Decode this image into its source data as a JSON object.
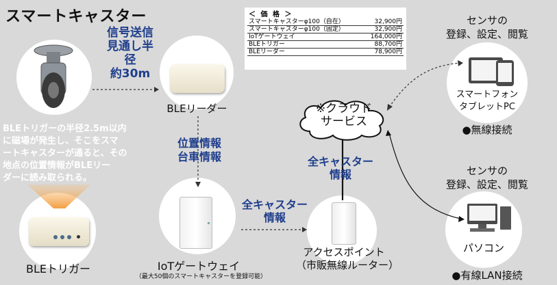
{
  "title": "スマートキャスター",
  "price_table": {
    "header": "＜ 価 格 ＞",
    "rows": [
      {
        "item": "スマートキャスターφ100（自在）",
        "price": "32,900円"
      },
      {
        "item": "スマートキャスターφ100（固定）",
        "price": "32,900円"
      },
      {
        "item": "IoTゲートウェイ",
        "price": "164,000円"
      },
      {
        "item": "BLEトリガー",
        "price": "88,700円"
      },
      {
        "item": "BLEリーダー",
        "price": "78,900円"
      }
    ]
  },
  "signal_label": [
    "信号送信",
    "見通し半径",
    "約30m"
  ],
  "ble_reader": "BLEリーダー",
  "trigger_text": [
    "BLEトリガーの半径2.5m以内",
    "に磁場が発生し、そこをスマ",
    "ートキャスターが通ると、その",
    "地点の位置情報がBLEリー",
    "ダーに読み取られる。"
  ],
  "ble_trigger": "BLEトリガー",
  "position_info": [
    "位置情報",
    "台車情報"
  ],
  "gateway": "IoTゲートウェイ",
  "gateway_note": "（最大50個のスマートキャスターを登録可能）",
  "all_caster_info_1": [
    "全キャスター",
    "情報"
  ],
  "all_caster_info_2": [
    "全キャスター",
    "情報"
  ],
  "access_point": [
    "アクセスポイント",
    "（市販無線ルーター）"
  ],
  "cloud": [
    "※クラウド",
    "サービス"
  ],
  "sensor_top": [
    "センサの",
    "登録、設定、閲覧"
  ],
  "smartphone": [
    "スマートフォン",
    "タブレットPC"
  ],
  "wireless": "●無線接続",
  "sensor_bottom": [
    "センサの",
    "登録、設定、閲覧"
  ],
  "pc": "パソコン",
  "wired": "●有線LAN接続"
}
